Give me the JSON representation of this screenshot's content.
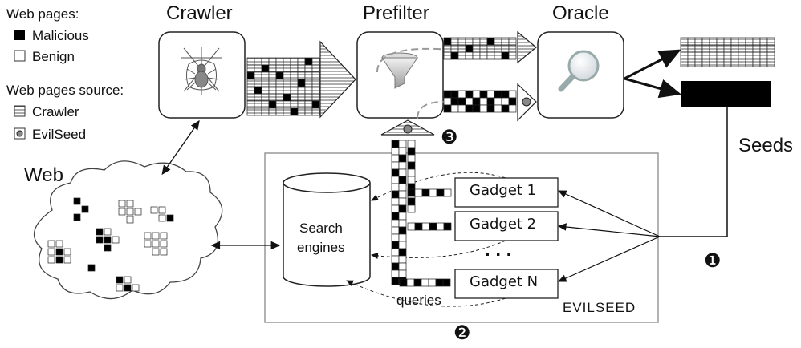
{
  "legend": {
    "web_pages_title": "Web pages:",
    "malicious": "Malicious",
    "benign": "Benign",
    "source_title": "Web pages source:",
    "crawler": "Crawler",
    "evilseed": "EvilSeed"
  },
  "stages": {
    "crawler": "Crawler",
    "prefilter": "Prefilter",
    "oracle": "Oracle"
  },
  "web": "Web",
  "search": {
    "line1": "Search",
    "line2": "engines"
  },
  "gadgets": [
    "Gadget 1",
    "Gadget 2",
    "Gadget N"
  ],
  "ellipsis": ". . .",
  "queries": "queries",
  "evilseed_box": "EVILSEED",
  "seeds": "Seeds",
  "markers": [
    "❶",
    "❷",
    "❸"
  ],
  "colors": {
    "malicious": "#000000",
    "benign": "#ffffff",
    "stroke": "#111111",
    "panel": "#999999"
  }
}
